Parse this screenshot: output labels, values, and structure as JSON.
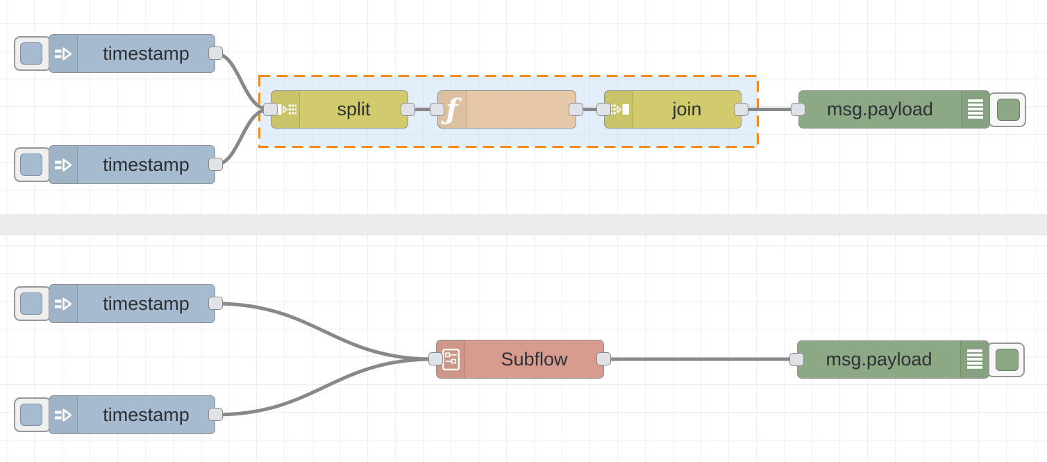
{
  "app_context": "Node-RED flow editor canvas",
  "nodes": {
    "inject1": {
      "type": "inject",
      "label": "timestamp"
    },
    "inject2": {
      "type": "inject",
      "label": "timestamp"
    },
    "split1": {
      "type": "split",
      "label": "split"
    },
    "function1": {
      "type": "function",
      "label": ""
    },
    "join1": {
      "type": "join",
      "label": "join"
    },
    "debug1": {
      "type": "debug",
      "label": "msg.payload"
    },
    "inject3": {
      "type": "inject",
      "label": "timestamp"
    },
    "inject4": {
      "type": "inject",
      "label": "timestamp"
    },
    "subflow1": {
      "type": "subflow",
      "label": "Subflow"
    },
    "debug2": {
      "type": "debug",
      "label": "msg.payload"
    }
  },
  "wires": [
    {
      "from": "inject1",
      "to": "split1"
    },
    {
      "from": "inject2",
      "to": "split1"
    },
    {
      "from": "split1",
      "to": "function1"
    },
    {
      "from": "function1",
      "to": "join1"
    },
    {
      "from": "join1",
      "to": "debug1"
    },
    {
      "from": "inject3",
      "to": "subflow1"
    },
    {
      "from": "inject4",
      "to": "subflow1"
    },
    {
      "from": "subflow1",
      "to": "debug2"
    }
  ],
  "selection": {
    "contains": [
      "split1",
      "function1",
      "join1"
    ],
    "border_color": "#f28b20",
    "fill_color": "#e9f1fb",
    "style": "dashed"
  },
  "icons": {
    "inject": "inject-arrow-icon",
    "split": "split-icon",
    "function": "function-f-icon",
    "join": "join-icon",
    "debug": "debug-lines-icon",
    "subflow": "subflow-icon"
  },
  "colors": {
    "inject_node": "#a6bbcf",
    "split_join_node": "#d2cb6e",
    "function_node": "#e6c8a8",
    "debug_node": "#8ca885",
    "subflow_node": "#d79c8f",
    "wire": "#888888",
    "node_border": "#8e8e8e",
    "grid_line": "#eeeeee",
    "flow_divider": "#ececec",
    "selection_border": "#f28b20"
  }
}
